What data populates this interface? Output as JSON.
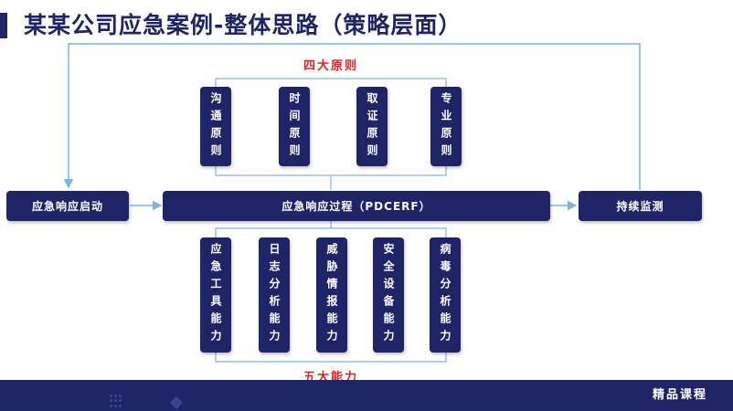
{
  "title": "某某公司应急案例-整体思路（策略层面）",
  "start_node": "应急响应启动",
  "process_node": "应急响应过程（PDCERF）",
  "monitor_node": "持续监测",
  "top_group": {
    "label": "四大原则",
    "items": [
      "沟通原则",
      "时间原则",
      "取证原则",
      "专业原则"
    ]
  },
  "bottom_group": {
    "label": "五大能力",
    "items": [
      "应急工具能力",
      "日志分析能力",
      "威胁情报能力",
      "安全设备能力",
      "病毒分析能力"
    ]
  },
  "footer": {
    "text": "精品课程"
  },
  "colors": {
    "node": "#1f2466",
    "connector": "#7fb3d9",
    "label": "#e02020"
  }
}
